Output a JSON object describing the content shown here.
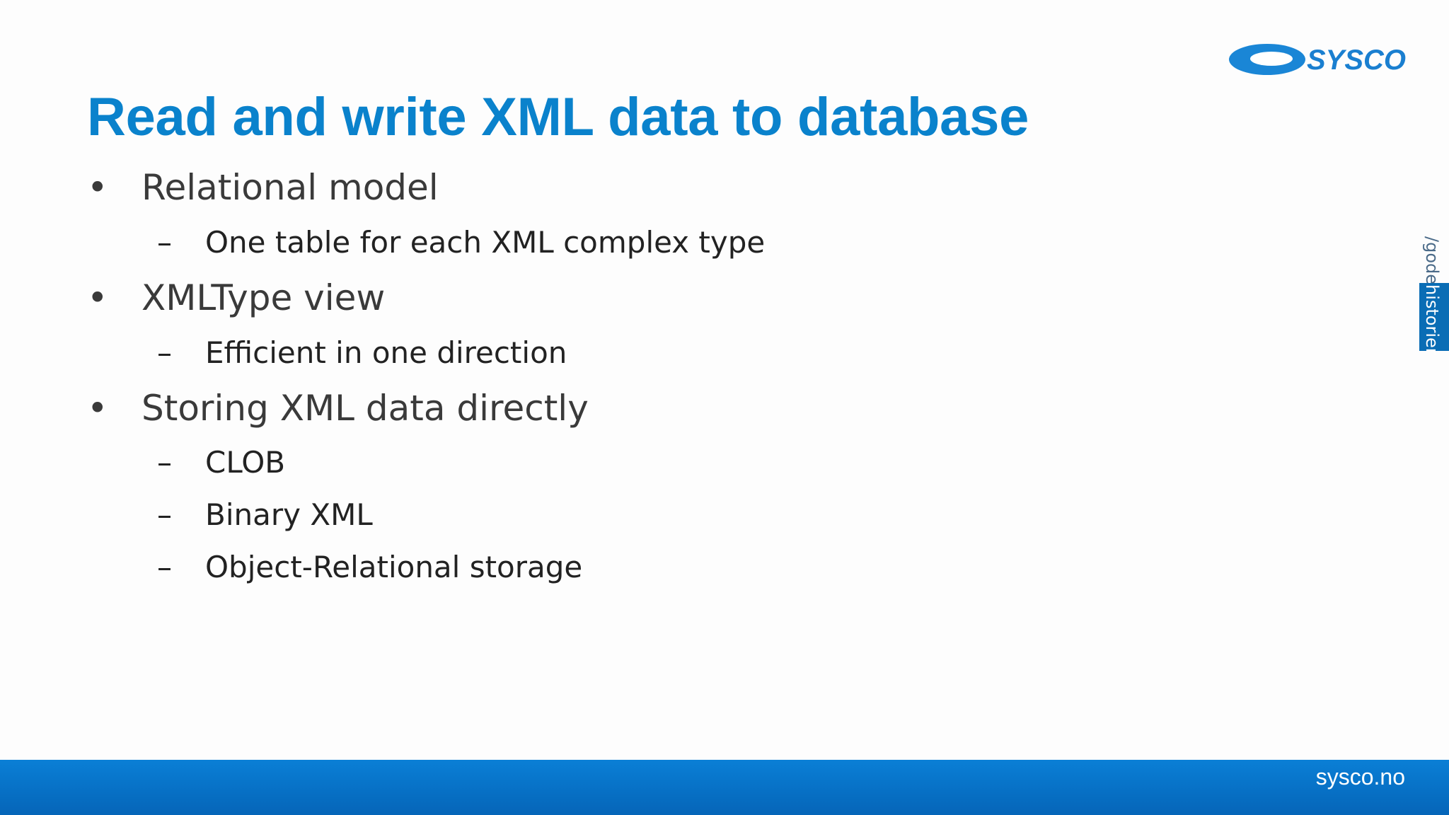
{
  "slide": {
    "title": "Read and write XML data to database",
    "bullets": [
      {
        "level": 1,
        "marker": "•",
        "text": "Relational model"
      },
      {
        "level": 2,
        "marker": "–",
        "text": "One table for each XML complex type"
      },
      {
        "level": 1,
        "marker": "•",
        "text": "XMLType view"
      },
      {
        "level": 2,
        "marker": "–",
        "text": "Efficient in one direction"
      },
      {
        "level": 1,
        "marker": "•",
        "text": "Storing XML data directly"
      },
      {
        "level": 2,
        "marker": "–",
        "text": "CLOB"
      },
      {
        "level": 2,
        "marker": "–",
        "text": "Binary XML"
      },
      {
        "level": 2,
        "marker": "–",
        "text": "Object-Relational storage"
      }
    ]
  },
  "logo": {
    "text": "SYSCO"
  },
  "side_tab": {
    "part1": "/gode",
    "part2": "historier"
  },
  "footer": {
    "text": "sysco.no"
  },
  "colors": {
    "title": "#0a82cc",
    "footer": "#0a6fc4",
    "logo": "#1a7fd0"
  }
}
